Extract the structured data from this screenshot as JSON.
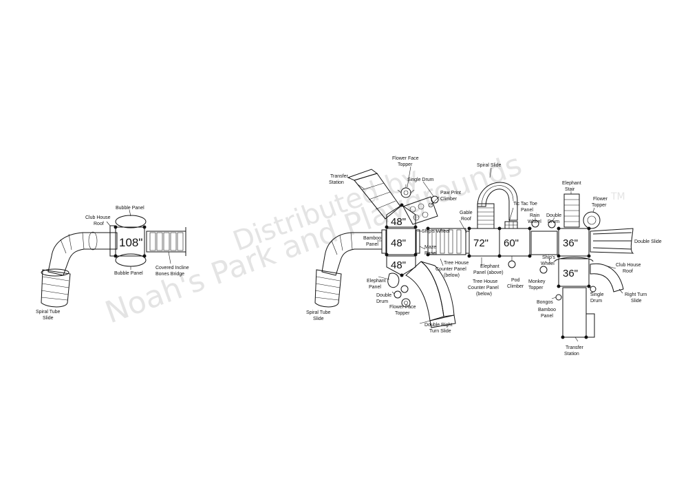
{
  "watermark": {
    "line1": "Distributed by",
    "line2": "Noah's Park and Playgrounds",
    "tm": "TM"
  },
  "left_structure": {
    "deck": "108\"",
    "labels": {
      "bubble_panel_top": "Bubble Panel",
      "club_house_roof": [
        "Club House",
        "Roof"
      ],
      "bubble_panel_bottom": "Bubble Panel",
      "covered_bridge": [
        "Covered Incline",
        "Bones Bridge"
      ],
      "spiral_tube_slide": [
        "Spiral Tube",
        "Slide"
      ]
    }
  },
  "right_structure": {
    "decks": {
      "d48_top": "48\"",
      "d48_mid": "48\"",
      "d48_bot": "48\"",
      "d72": "72\"",
      "d60": "60\"",
      "d36_top": "36\"",
      "d36_bot": "36\""
    },
    "labels": {
      "flower_face_topper_top": [
        "Flower Face",
        "Topper"
      ],
      "transfer_station_top": [
        "Transfer",
        "Station"
      ],
      "single_drum_top": "Single Drum",
      "paw_print_climber": [
        "Paw Print",
        "Climber"
      ],
      "spiral_slide": "Spiral Slide",
      "gable_roof": [
        "Gable",
        "Roof"
      ],
      "tic_tac_toe": [
        "Tic Tac Toe",
        "Panel"
      ],
      "rain_wheel": [
        "Rain",
        "Wheel"
      ],
      "double_drum_top": [
        "Double",
        "Drum"
      ],
      "elephant_stair": [
        "Elephant",
        "Stair"
      ],
      "flower_topper": [
        "Flower",
        "Topper"
      ],
      "bamboo_panel_left": [
        "Bamboo",
        "Panel"
      ],
      "ships_wheel_left": "Ship's Wheel",
      "maze_panel": [
        "Maze",
        "Panel"
      ],
      "double_slide": "Double Slide",
      "tree_house_counter_below": [
        "Tree House",
        "Counter Panel",
        "(below)"
      ],
      "elephant_panel_above": [
        "Elephant",
        "Panel (above)"
      ],
      "tree_house_counter_below2": [
        "Tree House",
        "Counter Panel",
        "(below)"
      ],
      "pod_climber": [
        "Pod",
        "Climber"
      ],
      "monkey_topper": [
        "Monkey",
        "Topper"
      ],
      "ships_wheel_right": [
        "Ship's",
        "Wheel"
      ],
      "club_house_roof": [
        "Club House",
        "Roof"
      ],
      "elephant_panel_left": [
        "Elephant",
        "Panel"
      ],
      "double_drum_left": [
        "Double",
        "Drum"
      ],
      "flower_face_topper_bottom": [
        "Flower Face",
        "Topper"
      ],
      "double_right_turn_slide": [
        "Double Right",
        "Turn Slide"
      ],
      "spiral_tube_slide": [
        "Spiral Tube",
        "Slide"
      ],
      "bongos": "Bongos",
      "bamboo_panel_right": [
        "Bamboo",
        "Panel"
      ],
      "single_drum_right": [
        "Single",
        "Drum"
      ],
      "right_turn_slide": [
        "Right Turn",
        "Slide"
      ],
      "transfer_station_bottom": [
        "Transfer",
        "Station"
      ]
    }
  }
}
